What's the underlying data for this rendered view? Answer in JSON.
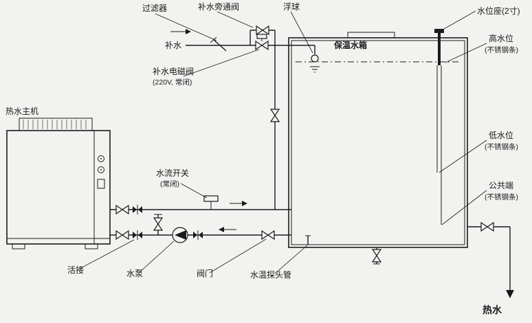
{
  "colors": {
    "background": "#f2f2f0",
    "line": "#1a1a1a"
  },
  "labels": {
    "filter": "过滤器",
    "bypass_valve": "补水旁通阀",
    "float_ball": "浮球",
    "level_seat": "水位座(2寸)",
    "tank": "保温水箱",
    "high_level": "高水位",
    "high_level_sub": "(不锈钢条)",
    "makeup": "补水",
    "solenoid": "补水电磁阀",
    "solenoid_sub": "(220V, 常闭)",
    "unit": "热水主机",
    "flow_switch": "水流开关",
    "flow_switch_sub": "(常闭)",
    "low_level": "低水位",
    "low_level_sub": "(不锈钢条)",
    "common": "公共端",
    "common_sub": "(不锈钢条)",
    "union": "活接",
    "pump": "水泵",
    "valve": "阀门",
    "temp_probe": "水温探头管",
    "hot_water": "热水"
  }
}
